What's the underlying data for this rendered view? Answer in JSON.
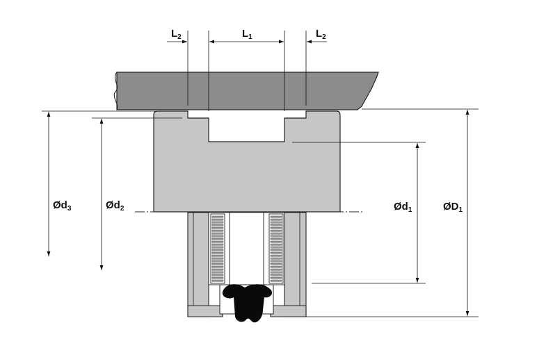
{
  "diagram": {
    "labels": {
      "L2_left": {
        "main": "L",
        "sub": "2"
      },
      "L1": {
        "main": "L",
        "sub": "1"
      },
      "L2_right": {
        "main": "L",
        "sub": "2"
      },
      "d3": {
        "main": "Ød",
        "sub": "3"
      },
      "d2": {
        "main": "Ød",
        "sub": "2"
      },
      "d1": {
        "main": "Ød",
        "sub": "1"
      },
      "D1": {
        "main": "ØD",
        "sub": "1"
      }
    },
    "colors": {
      "housing": "#8c8c8c",
      "piston": "#c6c6c6",
      "seal": "#0a0a0a",
      "line": "#111111"
    }
  }
}
